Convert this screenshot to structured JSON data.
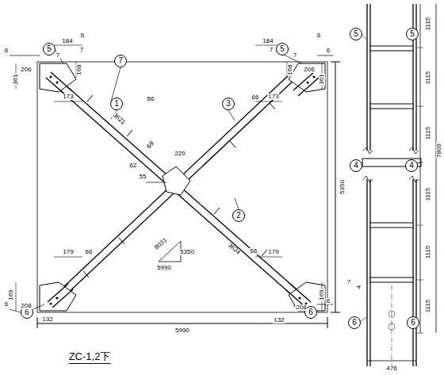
{
  "diagram": {
    "title": "ZC-1,2下",
    "nodes": [
      {
        "text": [
          "5"
        ]
      },
      {
        "text": [
          "5"
        ]
      },
      {
        "text": [
          "7"
        ]
      },
      {
        "text": [
          "1"
        ]
      },
      {
        "text": [
          "3"
        ]
      },
      {
        "text": [
          "2"
        ]
      },
      {
        "text": [
          "6"
        ]
      },
      {
        "text": [
          "6"
        ]
      },
      {
        "text": [
          "5"
        ]
      },
      {
        "text": [
          "5"
        ]
      },
      {
        "text": [
          "4"
        ]
      },
      {
        "text": [
          "4"
        ]
      },
      {
        "text": [
          "6"
        ]
      },
      {
        "text": [
          "6"
        ]
      }
    ],
    "edges": [],
    "labels": [
      "184",
      "184",
      "6",
      "7",
      "7",
      "6",
      "6",
      "7",
      "7",
      "6",
      "168",
      "168",
      "206",
      "361",
      "206",
      "361",
      "173",
      "66",
      "66",
      "173",
      "3621",
      "220",
      "69",
      "62",
      "55",
      "3624",
      "8031",
      "5350",
      "5990",
      "5350",
      "5990",
      "179",
      "66",
      "66",
      "179",
      "169",
      "208",
      "132",
      "6",
      "169",
      "208",
      "132",
      "6",
      "1115",
      "1115",
      "1115",
      "1115",
      "1115",
      "1115",
      "7809",
      "476",
      "7",
      "4"
    ]
  }
}
